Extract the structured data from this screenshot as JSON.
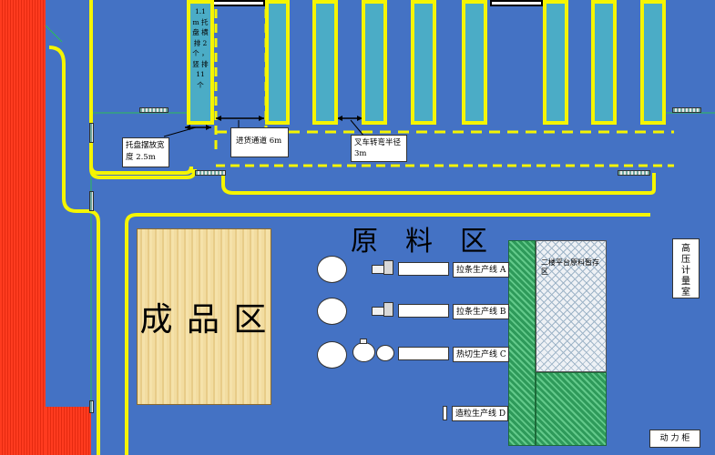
{
  "racks": {
    "pallet_note": "1.1 m 托 盘 横 排 2 个 ， 竖 排 11 个"
  },
  "callouts": {
    "pallet_width": "托盘摆放宽度 2.5m",
    "inbound_aisle": "进货通道 6m",
    "forklift_radius": "叉车转弯半径 3m"
  },
  "zones": {
    "raw_material": "原　料　区",
    "finished_goods": "成 品 区",
    "staging_area": "二楼平台原料暂存区",
    "hv_room": "高压计量室",
    "power_cabinet": "动 力 柜"
  },
  "production_lines": [
    {
      "label": "拉条生产线 A"
    },
    {
      "label": "拉条生产线 B"
    },
    {
      "label": "热切生产线 C"
    },
    {
      "label": "造粒生产线 D"
    }
  ],
  "colors": {
    "floor": "#4472c4",
    "rack": "#4bacc6",
    "marking": "#f5f500",
    "wall": "#ff3b1f",
    "staging_green": "#2e9a5a"
  }
}
